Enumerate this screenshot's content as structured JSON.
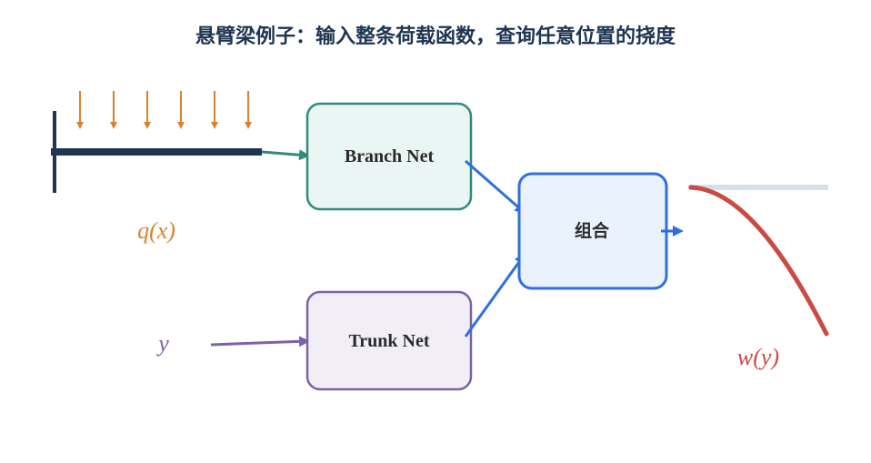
{
  "title": "悬臂梁例子：输入整条荷载函数，查询任意位置的挠度",
  "blocks": {
    "branch": "Branch Net",
    "trunk": "Trunk Net",
    "combine": "组合"
  },
  "labels": {
    "load": "q(x)",
    "query": "y",
    "output": "w(y)"
  },
  "colors": {
    "title": "#1f3552",
    "beam": "#1f3552",
    "load_arrows": "#d9822b",
    "branch_stroke": "#2e8b7e",
    "branch_fill": "#eaf6f3",
    "trunk_stroke": "#7b62a8",
    "trunk_fill": "#f1eef8",
    "combine_stroke": "#2f6fe0",
    "combine_fill": "#eaf2fd",
    "deflection_curve": "#cc4a44",
    "undeformed_beam": "#d6e0ec"
  }
}
